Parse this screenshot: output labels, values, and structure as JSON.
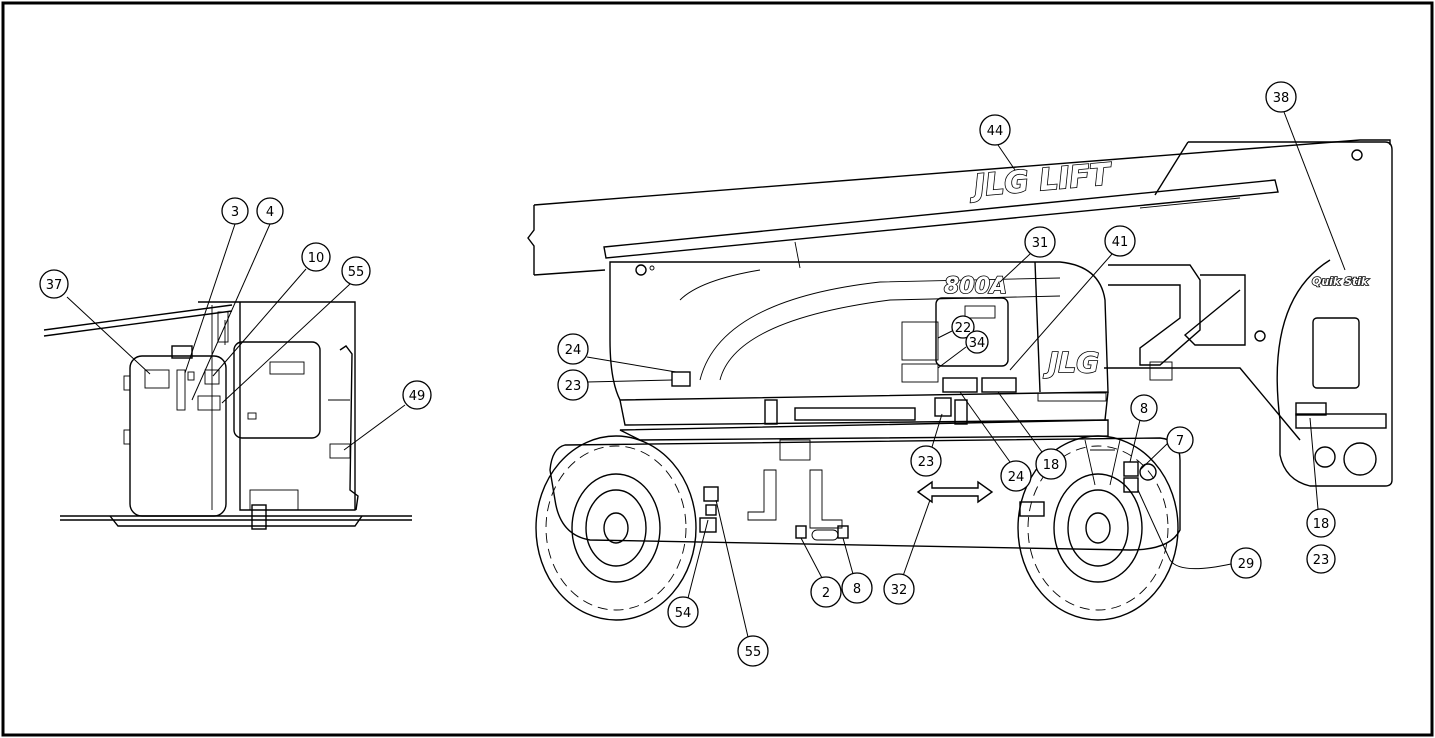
{
  "decals": {
    "boom_brand": "JLG LIFT",
    "model": "800A",
    "turntable_brand": "JLG",
    "quikstik": "Quik Stik"
  },
  "callouts": [
    {
      "id": "c37",
      "label": "37"
    },
    {
      "id": "c3",
      "label": "3"
    },
    {
      "id": "c4",
      "label": "4"
    },
    {
      "id": "c10",
      "label": "10"
    },
    {
      "id": "c55a",
      "label": "55"
    },
    {
      "id": "c49",
      "label": "49"
    },
    {
      "id": "c44",
      "label": "44"
    },
    {
      "id": "c31",
      "label": "31"
    },
    {
      "id": "c41",
      "label": "41"
    },
    {
      "id": "c38",
      "label": "38"
    },
    {
      "id": "c24a",
      "label": "24"
    },
    {
      "id": "c23a",
      "label": "23"
    },
    {
      "id": "c22",
      "label": "22"
    },
    {
      "id": "c34",
      "label": "34"
    },
    {
      "id": "c23b",
      "label": "23"
    },
    {
      "id": "c24b",
      "label": "24"
    },
    {
      "id": "c18a",
      "label": "18"
    },
    {
      "id": "c8a",
      "label": "8"
    },
    {
      "id": "c7",
      "label": "7"
    },
    {
      "id": "c18b",
      "label": "18"
    },
    {
      "id": "c23c",
      "label": "23"
    },
    {
      "id": "c29",
      "label": "29"
    },
    {
      "id": "c32",
      "label": "32"
    },
    {
      "id": "c2",
      "label": "2"
    },
    {
      "id": "c8b",
      "label": "8"
    },
    {
      "id": "c54",
      "label": "54"
    },
    {
      "id": "c55b",
      "label": "55"
    }
  ]
}
